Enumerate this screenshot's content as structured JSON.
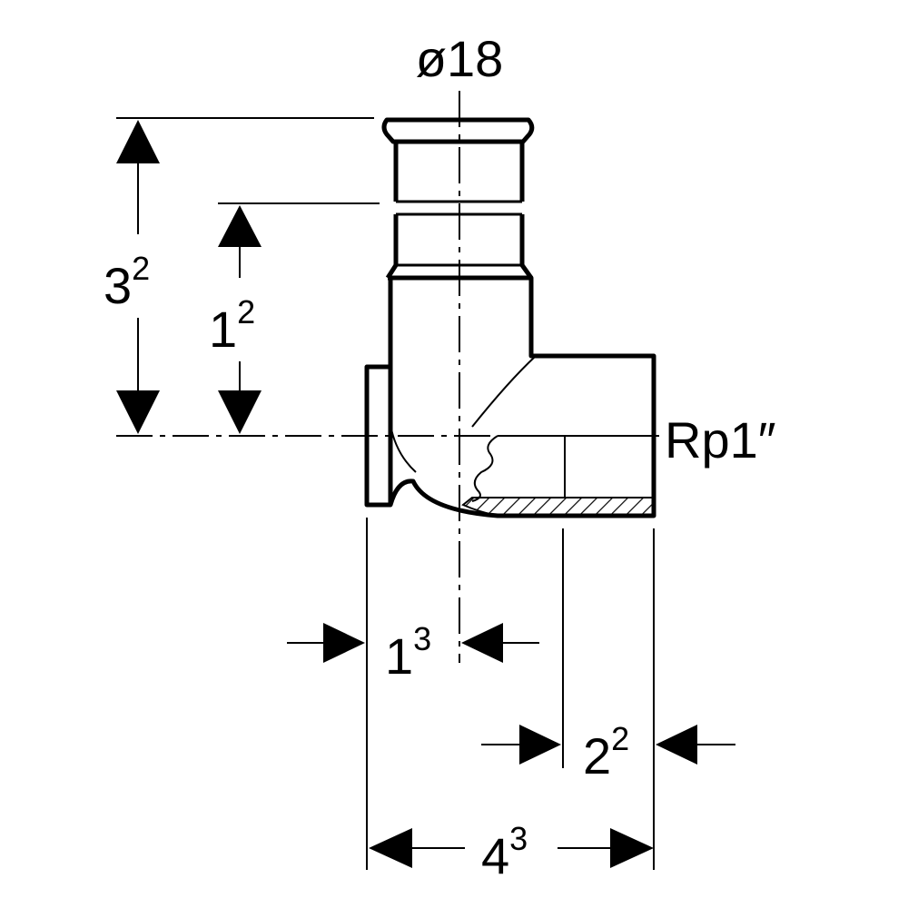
{
  "diagram": {
    "diameter_label": "ø18",
    "thread_label": "Rp1″",
    "dimensions": {
      "overall_height": {
        "base": "3",
        "sup": "2"
      },
      "inner_height": {
        "base": "1",
        "sup": "2"
      },
      "flange_offset": {
        "base": "1",
        "sup": "3"
      },
      "thread_depth": {
        "base": "2",
        "sup": "2"
      },
      "overall_width": {
        "base": "4",
        "sup": "3"
      }
    }
  },
  "colors": {
    "line": "#000000",
    "background": "#ffffff"
  }
}
